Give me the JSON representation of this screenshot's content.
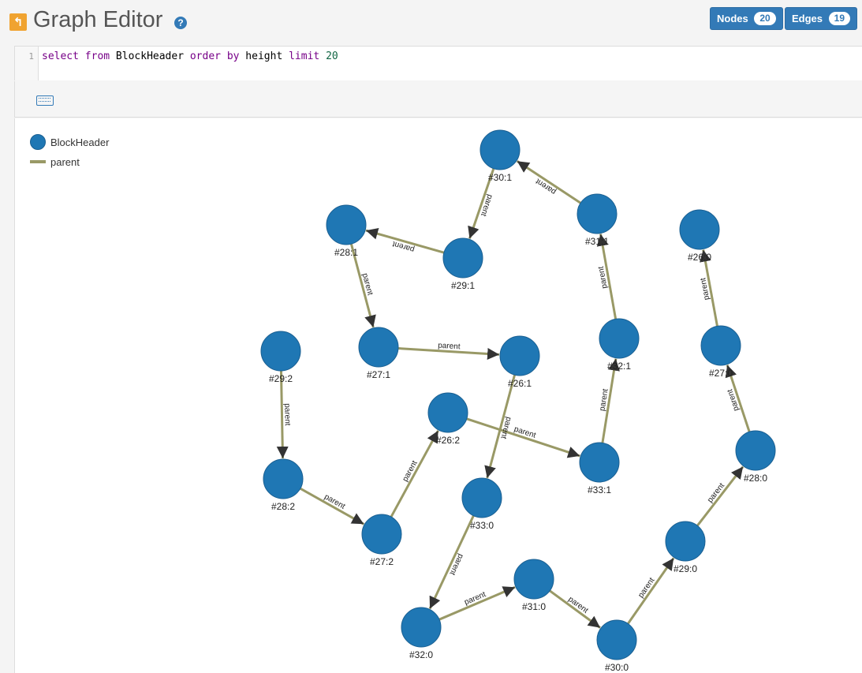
{
  "header": {
    "title": "Graph Editor",
    "help_glyph": "?",
    "back_glyph": "↰",
    "nodes_label": "Nodes",
    "nodes_count": "20",
    "edges_label": "Edges",
    "edges_count": "19"
  },
  "editor": {
    "line_number": "1",
    "tokens": [
      {
        "t": "select",
        "c": "kw"
      },
      {
        "t": " ",
        "c": ""
      },
      {
        "t": "from",
        "c": "kw"
      },
      {
        "t": " BlockHeader ",
        "c": ""
      },
      {
        "t": "order",
        "c": "kw"
      },
      {
        "t": " ",
        "c": ""
      },
      {
        "t": "by",
        "c": "kw"
      },
      {
        "t": " height ",
        "c": ""
      },
      {
        "t": "limit",
        "c": "kw"
      },
      {
        "t": " ",
        "c": ""
      },
      {
        "t": "20",
        "c": "num"
      }
    ]
  },
  "toolbar": {
    "keyboard_icon": "keyboard-icon"
  },
  "legend": {
    "node_class": "BlockHeader",
    "edge_class": "parent"
  },
  "colors": {
    "node": "#1f77b4",
    "edge": "#999966",
    "accent": "#337ab7"
  },
  "graph": {
    "nodes": [
      {
        "id": "#30:1"
      },
      {
        "id": "#31:1"
      },
      {
        "id": "#28:1"
      },
      {
        "id": "#29:1"
      },
      {
        "id": "#26:0"
      },
      {
        "id": "#29:2"
      },
      {
        "id": "#27:1"
      },
      {
        "id": "#26:1"
      },
      {
        "id": "#32:1"
      },
      {
        "id": "#27:0"
      },
      {
        "id": "#26:2"
      },
      {
        "id": "#28:2"
      },
      {
        "id": "#33:1"
      },
      {
        "id": "#28:0"
      },
      {
        "id": "#33:0"
      },
      {
        "id": "#27:2"
      },
      {
        "id": "#29:0"
      },
      {
        "id": "#31:0"
      },
      {
        "id": "#32:0"
      },
      {
        "id": "#30:0"
      }
    ],
    "edges": [
      {
        "from": "#31:1",
        "to": "#30:1",
        "label": "parent"
      },
      {
        "from": "#30:1",
        "to": "#29:1",
        "label": "parent"
      },
      {
        "from": "#29:1",
        "to": "#28:1",
        "label": "parent"
      },
      {
        "from": "#28:1",
        "to": "#27:1",
        "label": "parent"
      },
      {
        "from": "#27:1",
        "to": "#26:1",
        "label": "parent"
      },
      {
        "from": "#32:1",
        "to": "#31:1",
        "label": "parent"
      },
      {
        "from": "#33:1",
        "to": "#32:1",
        "label": "parent"
      },
      {
        "from": "#26:2",
        "to": "#33:1",
        "label": "parent"
      },
      {
        "from": "#27:2",
        "to": "#26:2",
        "label": "parent"
      },
      {
        "from": "#28:2",
        "to": "#27:2",
        "label": "parent"
      },
      {
        "from": "#29:2",
        "to": "#28:2",
        "label": "parent"
      },
      {
        "from": "#26:1",
        "to": "#33:0",
        "label": "parent"
      },
      {
        "from": "#33:0",
        "to": "#32:0",
        "label": "parent"
      },
      {
        "from": "#32:0",
        "to": "#31:0",
        "label": "parent"
      },
      {
        "from": "#31:0",
        "to": "#30:0",
        "label": "parent"
      },
      {
        "from": "#30:0",
        "to": "#29:0",
        "label": "parent"
      },
      {
        "from": "#29:0",
        "to": "#28:0",
        "label": "parent"
      },
      {
        "from": "#28:0",
        "to": "#27:0",
        "label": "parent"
      },
      {
        "from": "#27:0",
        "to": "#26:0",
        "label": "parent"
      }
    ]
  }
}
